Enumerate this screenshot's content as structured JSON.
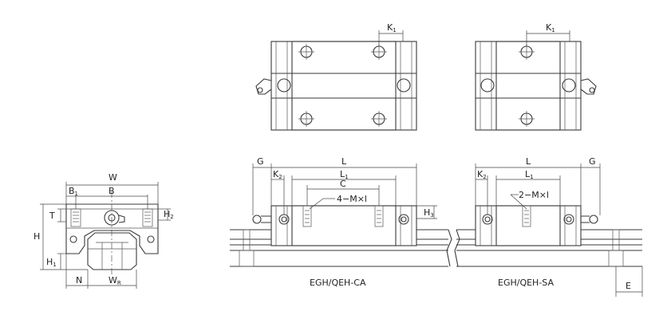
{
  "labels": {
    "K1": "K",
    "K1_sub": "1",
    "K2": "K",
    "K2_sub": "2",
    "W": "W",
    "B": "B",
    "B1": "B",
    "B1_sub": "1",
    "T": "T",
    "H": "H",
    "H1": "H",
    "H1_sub": "1",
    "H2": "H",
    "H2_sub": "2",
    "H3": "H",
    "H3_sub": "3",
    "N": "N",
    "WR": "W",
    "WR_sub": "R",
    "G": "G",
    "L": "L",
    "L1": "L",
    "L1_sub": "1",
    "C": "C",
    "E": "E",
    "holes_ca": "4−M×l",
    "holes_sa": "2−M×l"
  },
  "captions": {
    "ca": "EGH/QEH-CA",
    "sa": "EGH/QEH-SA"
  }
}
